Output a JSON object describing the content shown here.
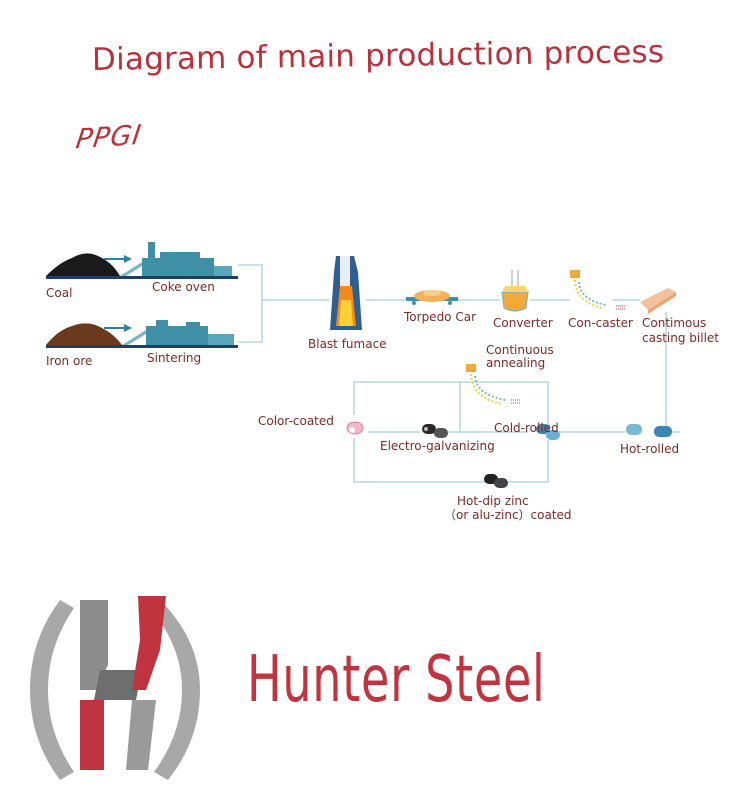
{
  "header": {
    "title": "Diagram of main production process",
    "subtitle": "PPGI"
  },
  "nodes": {
    "coal": "Coal",
    "coke_oven": "Coke oven",
    "iron_ore": "Iron ore",
    "sintering": "Sintering",
    "blast_furnace": "Blast fumace",
    "torpedo_car": "Torpedo Car",
    "converter": "Converter",
    "con_caster": "Con-caster",
    "casting_billet_line1": "Contimous",
    "casting_billet_line2": "casting billet",
    "continuous_annealing_line1": "Continuous",
    "continuous_annealing_line2": "annealing",
    "color_coated": "Color-coated",
    "electro_galvanizing": "Electro-galvanizing",
    "cold_rolled": "Cold-rolled",
    "hot_rolled": "Hot-rolled",
    "hot_dip_line1": "Hot-dip zinc",
    "hot_dip_line2": "（or alu-zinc）coated"
  },
  "brand": {
    "name": "Hunter Steel",
    "logo_icon": "hunter-steel-h-logo"
  },
  "colors": {
    "brand_red": "#c0343f",
    "title_red": "#b8313d",
    "flow_line": "#9fcbd6",
    "plant_blue": "#3f8fa6"
  }
}
